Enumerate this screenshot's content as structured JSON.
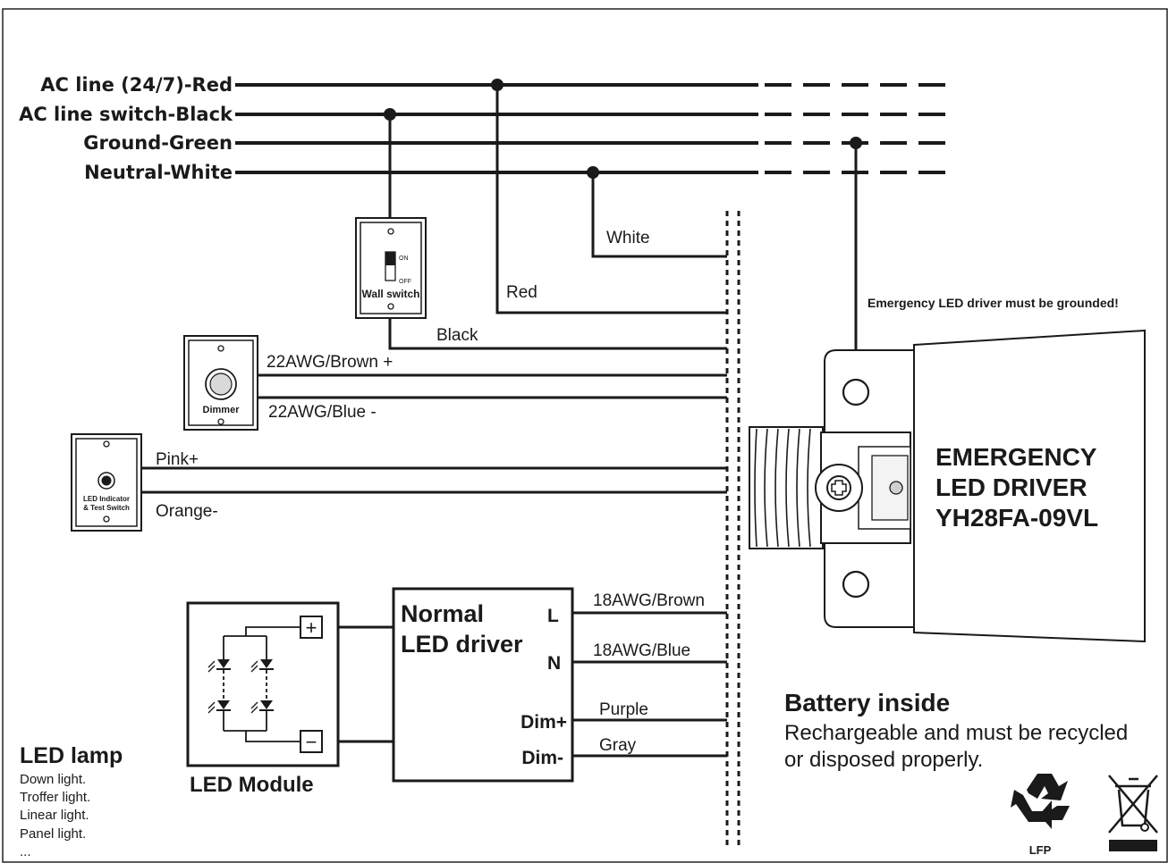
{
  "bus_lines": {
    "ac_line": "AC line (24/7)-Red",
    "ac_switch": "AC line switch-Black",
    "ground": "Ground-Green",
    "neutral": "Neutral-White"
  },
  "wires": {
    "white": "White",
    "red": "Red",
    "black": "Black",
    "brown_plus": "22AWG/Brown +",
    "blue_minus": "22AWG/Blue -",
    "pink": "Pink+",
    "orange": "Orange-",
    "brown18": "18AWG/Brown",
    "blue18": "18AWG/Blue",
    "purple": "Purple",
    "gray": "Gray"
  },
  "wall_switch": {
    "on": "ON",
    "off": "OFF",
    "label": "Wall switch"
  },
  "dimmer": {
    "label": "Dimmer"
  },
  "indicator": {
    "line1": "LED Indicator",
    "line2": "& Test Switch"
  },
  "driver": {
    "title1": "Normal",
    "title2": "LED driver",
    "pin_l": "L",
    "pin_n": "N",
    "pin_dimp": "Dim+",
    "pin_dimm": "Dim-"
  },
  "module": {
    "label": "LED  Module",
    "plus": "+",
    "minus": "−"
  },
  "lamp": {
    "title": "LED lamp",
    "items": [
      "Down light.",
      "Troffer light.",
      "Linear light.",
      "Panel light.",
      "..."
    ]
  },
  "emergency": {
    "warning": "Emergency LED  driver must be grounded!",
    "line1": "EMERGENCY",
    "line2": "LED DRIVER",
    "line3": "YH28FA-09VL"
  },
  "battery": {
    "title": "Battery inside",
    "line1": "Rechargeable and must be recycled",
    "line2": "or disposed properly.",
    "lfp": "LFP"
  }
}
